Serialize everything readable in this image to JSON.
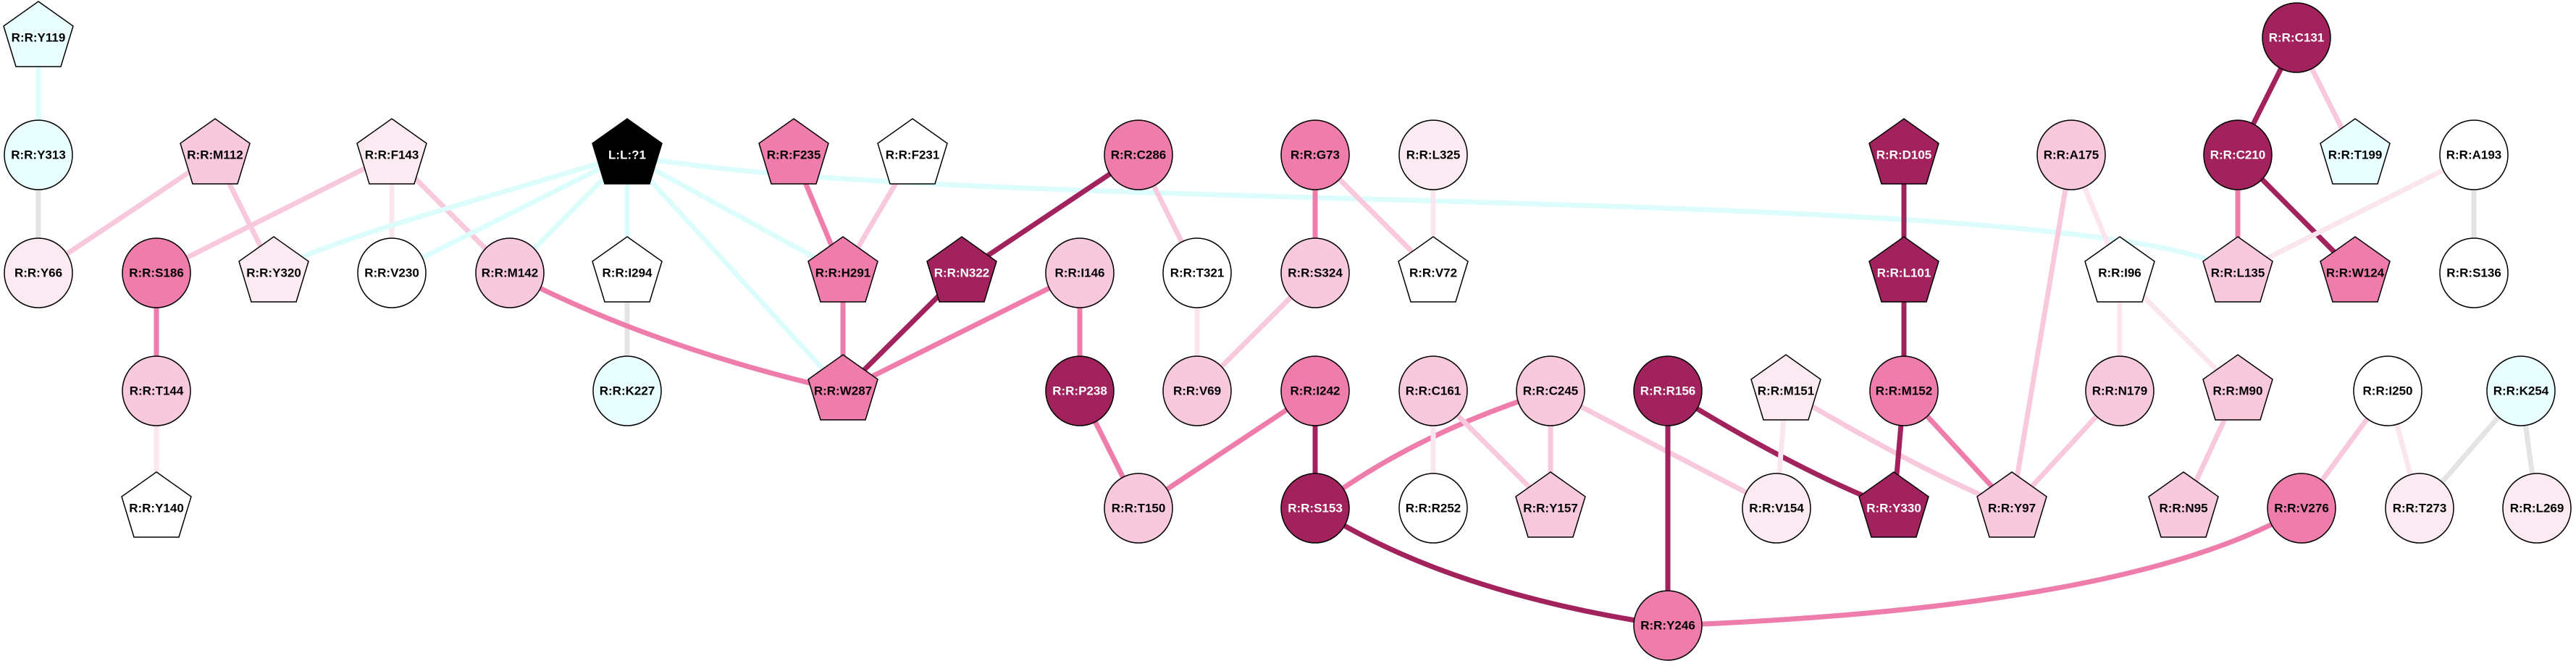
{
  "palette": {
    "dark": "#A2225E",
    "medium": "#EF7DAB",
    "light": "#F8C8DD",
    "vlight": "#FBEAF2",
    "cyan": "#E9FEFE",
    "white": "#FFFFFF",
    "black": "#000000",
    "gray": "#E4E4E4",
    "edge_cyan": "#DDFDFD",
    "edge_vlight": "#FBE6EF"
  },
  "nodes": [
    {
      "label": "R:R:Y119",
      "shape": "pentagon",
      "fill": "cyan"
    },
    {
      "label": "R:R:Y313",
      "shape": "circle",
      "fill": "cyan"
    },
    {
      "label": "R:R:M112",
      "shape": "pentagon",
      "fill": "light"
    },
    {
      "label": "R:R:F143",
      "shape": "pentagon",
      "fill": "vlight"
    },
    {
      "label": "L:L:?1",
      "shape": "pentagon",
      "fill": "black"
    },
    {
      "label": "R:R:F235",
      "shape": "pentagon",
      "fill": "medium"
    },
    {
      "label": "R:R:F231",
      "shape": "pentagon",
      "fill": "white"
    },
    {
      "label": "R:R:C286",
      "shape": "circle",
      "fill": "medium"
    },
    {
      "label": "R:R:G73",
      "shape": "circle",
      "fill": "medium"
    },
    {
      "label": "R:R:L325",
      "shape": "circle",
      "fill": "vlight"
    },
    {
      "label": "R:R:D105",
      "shape": "pentagon",
      "fill": "dark"
    },
    {
      "label": "R:R:A175",
      "shape": "circle",
      "fill": "light"
    },
    {
      "label": "R:R:C131",
      "shape": "circle",
      "fill": "dark"
    },
    {
      "label": "R:R:C210",
      "shape": "circle",
      "fill": "dark"
    },
    {
      "label": "R:R:T199",
      "shape": "pentagon",
      "fill": "cyan"
    },
    {
      "label": "R:R:A193",
      "shape": "circle",
      "fill": "white"
    },
    {
      "label": "R:R:Y66",
      "shape": "circle",
      "fill": "vlight"
    },
    {
      "label": "R:R:S186",
      "shape": "circle",
      "fill": "medium"
    },
    {
      "label": "R:R:Y320",
      "shape": "pentagon",
      "fill": "vlight"
    },
    {
      "label": "R:R:V230",
      "shape": "circle",
      "fill": "white"
    },
    {
      "label": "R:R:M142",
      "shape": "circle",
      "fill": "light"
    },
    {
      "label": "R:R:I294",
      "shape": "pentagon",
      "fill": "white"
    },
    {
      "label": "R:R:H291",
      "shape": "pentagon",
      "fill": "medium"
    },
    {
      "label": "R:R:N322",
      "shape": "pentagon",
      "fill": "dark"
    },
    {
      "label": "R:R:I146",
      "shape": "circle",
      "fill": "light"
    },
    {
      "label": "R:R:T321",
      "shape": "circle",
      "fill": "white"
    },
    {
      "label": "R:R:S324",
      "shape": "circle",
      "fill": "light"
    },
    {
      "label": "R:R:V72",
      "shape": "pentagon",
      "fill": "white"
    },
    {
      "label": "R:R:L101",
      "shape": "pentagon",
      "fill": "dark"
    },
    {
      "label": "R:R:I96",
      "shape": "pentagon",
      "fill": "white"
    },
    {
      "label": "R:R:L135",
      "shape": "pentagon",
      "fill": "light"
    },
    {
      "label": "R:R:W124",
      "shape": "pentagon",
      "fill": "medium"
    },
    {
      "label": "R:R:S136",
      "shape": "circle",
      "fill": "white"
    },
    {
      "label": "R:R:T144",
      "shape": "circle",
      "fill": "light"
    },
    {
      "label": "R:R:K227",
      "shape": "circle",
      "fill": "cyan"
    },
    {
      "label": "R:R:W287",
      "shape": "pentagon",
      "fill": "medium"
    },
    {
      "label": "R:R:P238",
      "shape": "circle",
      "fill": "dark"
    },
    {
      "label": "R:R:V69",
      "shape": "circle",
      "fill": "light"
    },
    {
      "label": "R:R:I242",
      "shape": "circle",
      "fill": "medium"
    },
    {
      "label": "R:R:C161",
      "shape": "circle",
      "fill": "light"
    },
    {
      "label": "R:R:C245",
      "shape": "circle",
      "fill": "light"
    },
    {
      "label": "R:R:R156",
      "shape": "circle",
      "fill": "dark"
    },
    {
      "label": "R:R:M151",
      "shape": "pentagon",
      "fill": "vlight"
    },
    {
      "label": "R:R:M152",
      "shape": "circle",
      "fill": "medium"
    },
    {
      "label": "R:R:N179",
      "shape": "circle",
      "fill": "light"
    },
    {
      "label": "R:R:M90",
      "shape": "pentagon",
      "fill": "light"
    },
    {
      "label": "R:R:I250",
      "shape": "circle",
      "fill": "white"
    },
    {
      "label": "R:R:K254",
      "shape": "circle",
      "fill": "cyan"
    },
    {
      "label": "R:R:Y140",
      "shape": "pentagon",
      "fill": "white"
    },
    {
      "label": "R:R:T150",
      "shape": "circle",
      "fill": "light"
    },
    {
      "label": "R:R:S153",
      "shape": "circle",
      "fill": "dark"
    },
    {
      "label": "R:R:R252",
      "shape": "circle",
      "fill": "white"
    },
    {
      "label": "R:R:Y157",
      "shape": "pentagon",
      "fill": "light"
    },
    {
      "label": "R:R:V154",
      "shape": "circle",
      "fill": "vlight"
    },
    {
      "label": "R:R:Y330",
      "shape": "pentagon",
      "fill": "dark"
    },
    {
      "label": "R:R:Y97",
      "shape": "pentagon",
      "fill": "light"
    },
    {
      "label": "R:R:N95",
      "shape": "pentagon",
      "fill": "light"
    },
    {
      "label": "R:R:V276",
      "shape": "circle",
      "fill": "medium"
    },
    {
      "label": "R:R:T273",
      "shape": "circle",
      "fill": "vlight"
    },
    {
      "label": "R:R:L269",
      "shape": "circle",
      "fill": "vlight"
    },
    {
      "label": "R:R:Y246",
      "shape": "circle",
      "fill": "medium"
    }
  ],
  "edges": [
    [
      "R:R:Y119",
      "R:R:Y313",
      "edge_cyan"
    ],
    [
      "R:R:Y313",
      "R:R:Y66",
      "gray"
    ],
    [
      "R:R:M112",
      "R:R:Y66",
      "light"
    ],
    [
      "R:R:M112",
      "R:R:Y320",
      "light"
    ],
    [
      "R:R:F143",
      "R:R:S186",
      "light"
    ],
    [
      "R:R:F143",
      "R:R:V230",
      "edge_vlight"
    ],
    [
      "R:R:F143",
      "R:R:M142",
      "light"
    ],
    [
      "L:L:?1",
      "R:R:Y320",
      "edge_cyan"
    ],
    [
      "L:L:?1",
      "R:R:V230",
      "edge_cyan"
    ],
    [
      "L:L:?1",
      "R:R:M142",
      "edge_cyan"
    ],
    [
      "L:L:?1",
      "R:R:I294",
      "edge_cyan"
    ],
    [
      "L:L:?1",
      "R:R:W287",
      "edge_cyan"
    ],
    [
      "L:L:?1",
      "R:R:H291",
      "edge_cyan"
    ],
    [
      "L:L:?1",
      "R:R:L135",
      "edge_cyan"
    ],
    [
      "R:R:S186",
      "R:R:T144",
      "medium"
    ],
    [
      "R:R:T144",
      "R:R:Y140",
      "edge_vlight"
    ],
    [
      "R:R:I294",
      "R:R:K227",
      "gray"
    ],
    [
      "R:R:M142",
      "R:R:W287",
      "medium"
    ],
    [
      "R:R:F235",
      "R:R:H291",
      "medium"
    ],
    [
      "R:R:F231",
      "R:R:H291",
      "light"
    ],
    [
      "R:R:H291",
      "R:R:W287",
      "medium"
    ],
    [
      "R:R:C286",
      "R:R:N322",
      "dark"
    ],
    [
      "R:R:N322",
      "R:R:W287",
      "dark"
    ],
    [
      "R:R:I146",
      "R:R:W287",
      "medium"
    ],
    [
      "R:R:C286",
      "R:R:T321",
      "light"
    ],
    [
      "R:R:I146",
      "R:R:P238",
      "medium"
    ],
    [
      "R:R:P238",
      "R:R:T150",
      "medium"
    ],
    [
      "R:R:T321",
      "R:R:V69",
      "edge_vlight"
    ],
    [
      "R:R:S324",
      "R:R:V69",
      "light"
    ],
    [
      "R:R:G73",
      "R:R:S324",
      "medium"
    ],
    [
      "R:R:G73",
      "R:R:V72",
      "light"
    ],
    [
      "R:R:L325",
      "R:R:V72",
      "edge_vlight"
    ],
    [
      "R:R:I242",
      "R:R:T150",
      "medium"
    ],
    [
      "R:R:I242",
      "R:R:S153",
      "dark"
    ],
    [
      "R:R:C245",
      "R:R:S153",
      "medium"
    ],
    [
      "R:R:C161",
      "R:R:R252",
      "edge_vlight"
    ],
    [
      "R:R:C161",
      "R:R:Y157",
      "light"
    ],
    [
      "R:R:C245",
      "R:R:Y157",
      "light"
    ],
    [
      "R:R:C245",
      "R:R:V154",
      "light"
    ],
    [
      "R:R:R156",
      "R:R:Y246",
      "dark"
    ],
    [
      "R:R:R156",
      "R:R:Y330",
      "dark"
    ],
    [
      "R:R:S153",
      "R:R:Y246",
      "dark"
    ],
    [
      "R:R:Y246",
      "R:R:V276",
      "medium"
    ],
    [
      "R:R:M151",
      "R:R:V154",
      "edge_vlight"
    ],
    [
      "R:R:M151",
      "R:R:Y97",
      "light"
    ],
    [
      "R:R:D105",
      "R:R:L101",
      "dark"
    ],
    [
      "R:R:L101",
      "R:R:M152",
      "dark"
    ],
    [
      "R:R:M152",
      "R:R:Y330",
      "dark"
    ],
    [
      "R:R:M152",
      "R:R:Y97",
      "medium"
    ],
    [
      "R:R:A175",
      "R:R:Y97",
      "light"
    ],
    [
      "R:R:A175",
      "R:R:I96",
      "edge_vlight"
    ],
    [
      "R:R:N179",
      "R:R:Y97",
      "light"
    ],
    [
      "R:R:I96",
      "R:R:N179",
      "edge_vlight"
    ],
    [
      "R:R:I96",
      "R:R:M90",
      "edge_vlight"
    ],
    [
      "R:R:M90",
      "R:R:N95",
      "light"
    ],
    [
      "R:R:C131",
      "R:R:C210",
      "dark"
    ],
    [
      "R:R:C131",
      "R:R:T199",
      "light"
    ],
    [
      "R:R:C210",
      "R:R:L135",
      "medium"
    ],
    [
      "R:R:C210",
      "R:R:W124",
      "dark"
    ],
    [
      "R:R:A193",
      "R:R:L135",
      "edge_vlight"
    ],
    [
      "R:R:A193",
      "R:R:S136",
      "gray"
    ],
    [
      "R:R:I250",
      "R:R:V276",
      "light"
    ],
    [
      "R:R:I250",
      "R:R:T273",
      "edge_vlight"
    ],
    [
      "R:R:K254",
      "R:R:T273",
      "gray"
    ],
    [
      "R:R:K254",
      "R:R:L269",
      "gray"
    ]
  ]
}
